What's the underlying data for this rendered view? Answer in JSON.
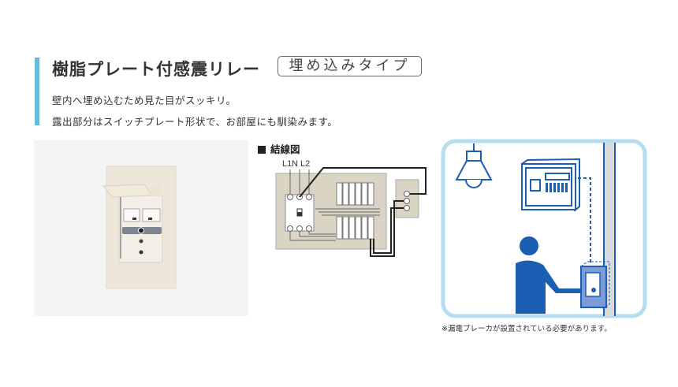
{
  "header": {
    "title": "樹脂プレート付感震リレー",
    "badge": "埋め込みタイプ",
    "accent_color": "#5bc0de"
  },
  "description": {
    "line1": "壁内へ埋め込むため見た目がスッキリ。",
    "line2": "露出部分はスイッチプレート形状で、お部屋にも馴染みます。"
  },
  "wiring": {
    "label": "結線図",
    "terminals": [
      "L1",
      "N",
      "L2"
    ]
  },
  "illustration": {
    "note": "※漏電ブレーカが設置されている必要があります。",
    "primary_color": "#1a5fb4",
    "frame_color": "#b7def0"
  }
}
